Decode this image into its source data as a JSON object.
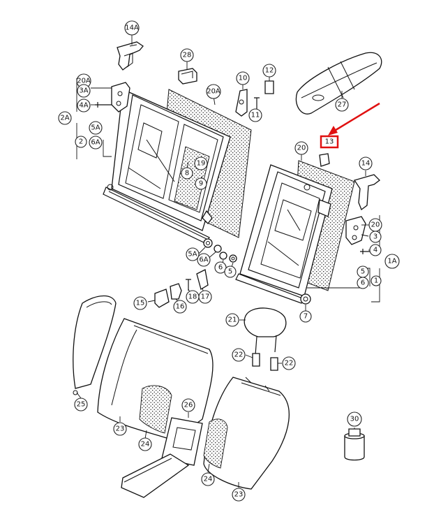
{
  "diagram": {
    "highlight_color": "#e01010",
    "callout_stroke": "#e67e22",
    "callouts": [
      {
        "label": "14A"
      },
      {
        "label": "28"
      },
      {
        "label": "10"
      },
      {
        "label": "12"
      },
      {
        "label": "27"
      },
      {
        "label": "20A"
      },
      {
        "label": "3A"
      },
      {
        "label": "4A"
      },
      {
        "label": "20A"
      },
      {
        "label": "11"
      },
      {
        "label": "2A"
      },
      {
        "label": "5A"
      },
      {
        "label": "2"
      },
      {
        "label": "6A"
      },
      {
        "label": "8"
      },
      {
        "label": "19"
      },
      {
        "label": "9"
      },
      {
        "label": "20"
      },
      {
        "label": "13"
      },
      {
        "label": "14"
      },
      {
        "label": "20"
      },
      {
        "label": "3"
      },
      {
        "label": "1A"
      },
      {
        "label": "4"
      },
      {
        "label": "5A"
      },
      {
        "label": "6A"
      },
      {
        "label": "6"
      },
      {
        "label": "5"
      },
      {
        "label": "5"
      },
      {
        "label": "6"
      },
      {
        "label": "1"
      },
      {
        "label": "7"
      },
      {
        "label": "15"
      },
      {
        "label": "16"
      },
      {
        "label": "18"
      },
      {
        "label": "17"
      },
      {
        "label": "21"
      },
      {
        "label": "22"
      },
      {
        "label": "22"
      },
      {
        "label": "25"
      },
      {
        "label": "26"
      },
      {
        "label": "23"
      },
      {
        "label": "24"
      },
      {
        "label": "30"
      },
      {
        "label": "24"
      },
      {
        "label": "23"
      }
    ]
  }
}
